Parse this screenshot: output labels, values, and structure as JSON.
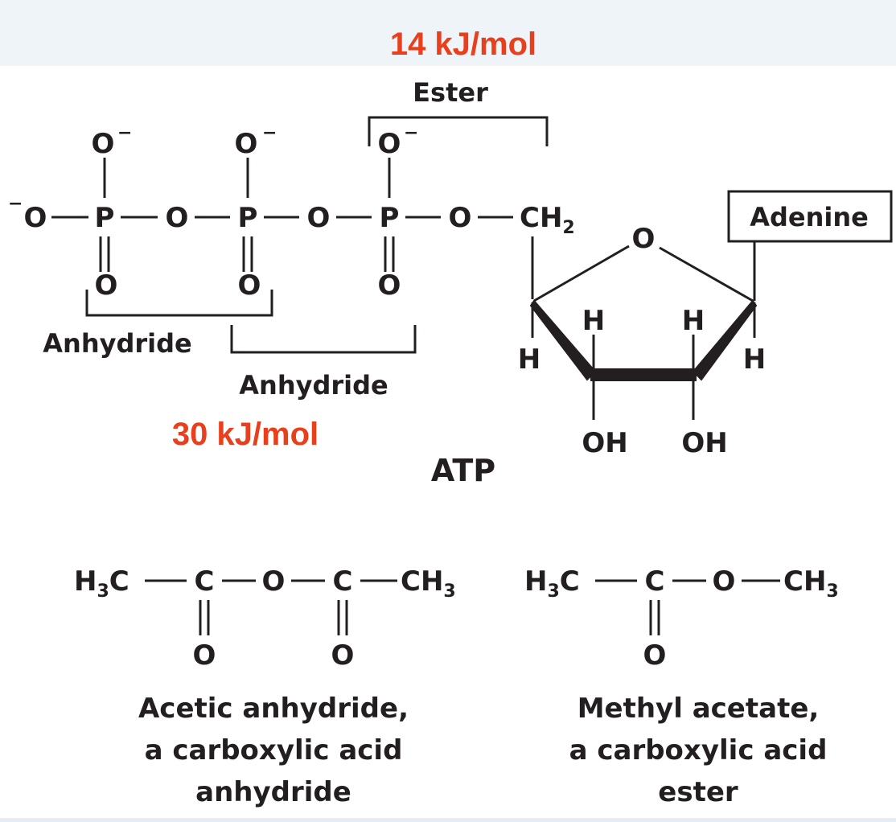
{
  "energy": {
    "top": "14 kJ/mol",
    "bottom": "30 kJ/mol",
    "color": "#e8401c"
  },
  "atp": {
    "title": "ATP",
    "ester_label": "Ester",
    "anhydride_label_1": "Anhydride",
    "anhydride_label_2": "Anhydride",
    "adenine_label": "Adenine",
    "atoms": {
      "o": "O",
      "p": "P",
      "h": "H",
      "oh": "OH",
      "ch": "CH",
      "sub2": "2",
      "minus": "−"
    }
  },
  "acetic_anhydride": {
    "h3c": "H",
    "sub3": "3",
    "c": "C",
    "o": "O",
    "ch3": "CH",
    "caption": [
      "Acetic anhydride,",
      "a carboxylic acid",
      "anhydride"
    ]
  },
  "methyl_acetate": {
    "h3c": "H",
    "sub3": "3",
    "c": "C",
    "o": "O",
    "ch3": "CH",
    "caption": [
      "Methyl acetate,",
      "a carboxylic acid",
      "ester"
    ]
  }
}
